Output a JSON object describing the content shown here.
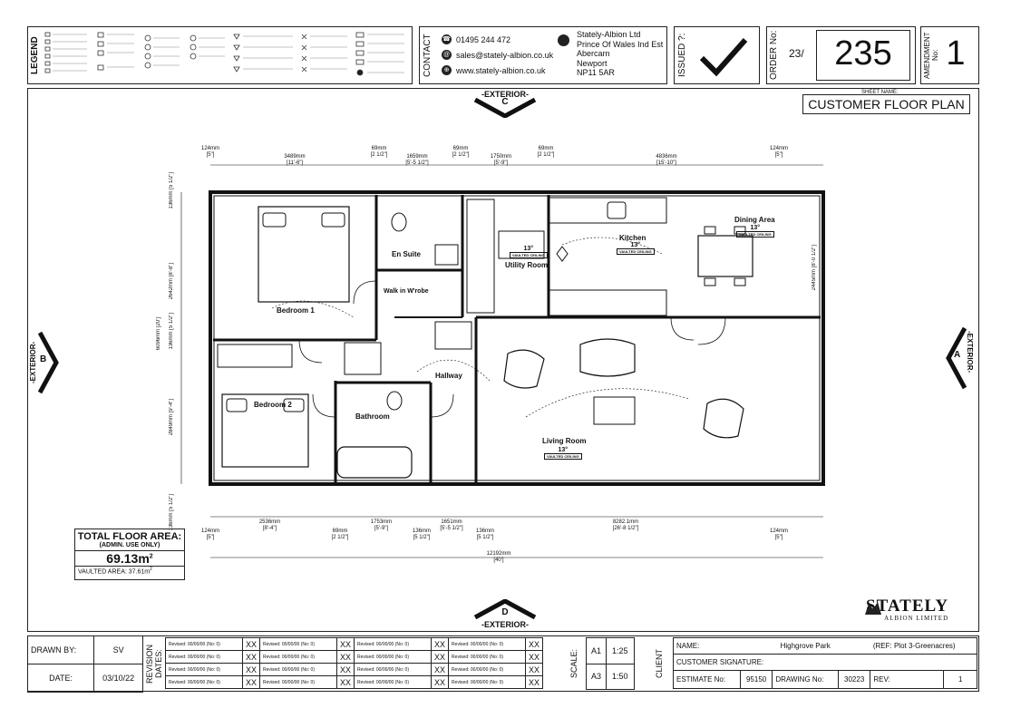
{
  "header": {
    "legend_label": "LEGEND",
    "contact_label": "CONTACT",
    "phone": "01495 244 472",
    "email": "sales@stately-albion.co.uk",
    "website": "www.stately-albion.co.uk",
    "company": [
      "Stately-Albion Ltd",
      "Prince Of Wales Ind Est",
      "Abercarn",
      "Newport",
      "NP11 5AR"
    ],
    "issued_label": "ISSUED ?:",
    "order_label": "ORDER No:",
    "order_prefix": "23/",
    "order_number": "235",
    "amendment_label": "AMENDMENT No:",
    "amendment_number": "1"
  },
  "sheet": {
    "sheet_name_label": "SHEET NAME:",
    "sheet_name": "CUSTOMER FLOOR PLAN"
  },
  "exteriors": {
    "top": {
      "label": "-EXTERIOR-",
      "letter": "C"
    },
    "bottom": {
      "label": "-EXTERIOR-",
      "letter": "D"
    },
    "left": {
      "label": "-EXTERIOR-",
      "letter": "B"
    },
    "right": {
      "label": "-EXTERIOR-",
      "letter": "A"
    }
  },
  "rooms": {
    "bedroom1": "Bedroom 1",
    "en_suite": "En Suite",
    "walk_in": "Walk in W'robe",
    "utility": "Utility Room",
    "kitchen": "Kitchen",
    "dining": "Dining Area",
    "bedroom2": "Bedroom 2",
    "bathroom": "Bathroom",
    "hallway": "Hallway",
    "living": "Living Room",
    "vaulted_13a": "13°",
    "vaulted_13b": "13°",
    "vaulted_13c": "13°",
    "vaulted_13d": "13°",
    "vaulted_ceiling": "VAULTED CEILING"
  },
  "dimensions": {
    "top": [
      {
        "mm": "124mm",
        "ft": "[5\"]"
      },
      {
        "mm": "3489mm",
        "ft": "[11'-6\"]"
      },
      {
        "mm": "69mm",
        "ft": "[2 1/2\"]"
      },
      {
        "mm": "1659mm",
        "ft": "[5'-5 1/2\"]"
      },
      {
        "mm": "69mm",
        "ft": "[2 1/2\"]"
      },
      {
        "mm": "1750mm",
        "ft": "[5'-9\"]"
      },
      {
        "mm": "69mm",
        "ft": "[2 1/2\"]"
      },
      {
        "mm": "4836mm",
        "ft": "[15'-10\"]"
      },
      {
        "mm": "124mm",
        "ft": "[5\"]"
      }
    ],
    "bottom": [
      {
        "mm": "124mm",
        "ft": "[5\"]"
      },
      {
        "mm": "2536mm",
        "ft": "[8'-4\"]"
      },
      {
        "mm": "69mm",
        "ft": "[2 1/2\"]"
      },
      {
        "mm": "1753mm",
        "ft": "[5'-9\"]"
      },
      {
        "mm": "136mm",
        "ft": "[5 1/2\"]"
      },
      {
        "mm": "1651mm",
        "ft": "[5'-5 1/2\"]"
      },
      {
        "mm": "136mm",
        "ft": "[5 1/2\"]"
      },
      {
        "mm": "8282.1mm",
        "ft": "[26'-8 1/2\"]"
      },
      {
        "mm": "124mm",
        "ft": "[5\"]"
      }
    ],
    "overall": {
      "mm": "12192mm",
      "ft": "[40']"
    },
    "right": {
      "mm": "2445mm",
      "ft": "[8'-0 1/2\"]"
    },
    "left": [
      {
        "mm": "136mm",
        "ft": "[5 1/2\"]"
      },
      {
        "mm": "2642mm",
        "ft": "[8'-8\"]"
      },
      {
        "mm": "136mm",
        "ft": "[5 1/2\"]"
      },
      {
        "mm": "6096mm",
        "ft": "[20']"
      },
      {
        "mm": "2849mm",
        "ft": "[9'-4\"]"
      },
      {
        "mm": "136mm",
        "ft": "[5 1/2\"]"
      }
    ]
  },
  "floor_area": {
    "title": "TOTAL FLOOR AREA:",
    "subtitle": "(ADMIN. USE ONLY)",
    "value": "69.13m",
    "sup": "2",
    "vaulted": "VAULTED AREA:  37.61m"
  },
  "logo": {
    "name": "STATELY",
    "sub": "ALBION LIMITED"
  },
  "title_block": {
    "drawn_by_label": "DRAWN BY:",
    "drawn_by": "SV",
    "date_label": "DATE:",
    "date": "03/10/22",
    "revision_label": "REVISION DATES:",
    "revisions": [
      "Revised: 00/00/00  (No: 0)",
      "Revised: 00/00/00  (No: 0)",
      "Revised: 00/00/00  (No: 0)",
      "Revised: 00/00/00  (No: 0)"
    ],
    "xx": "XX",
    "scale_label": "SCALE:",
    "a1": "A1",
    "a1_scale": "1:25",
    "a3": "A3",
    "a3_scale": "1:50",
    "client_label": "CLIENT",
    "name_label": "NAME:",
    "name": "Highgrove Park",
    "ref": "(REF: Plot 3-Greenacres)",
    "signature_label": "CUSTOMER SIGNATURE:",
    "estimate_label": "ESTIMATE No:",
    "estimate": "95150",
    "drawing_label": "DRAWING No:",
    "drawing": "30223",
    "rev_label": "REV:",
    "rev": "1"
  }
}
